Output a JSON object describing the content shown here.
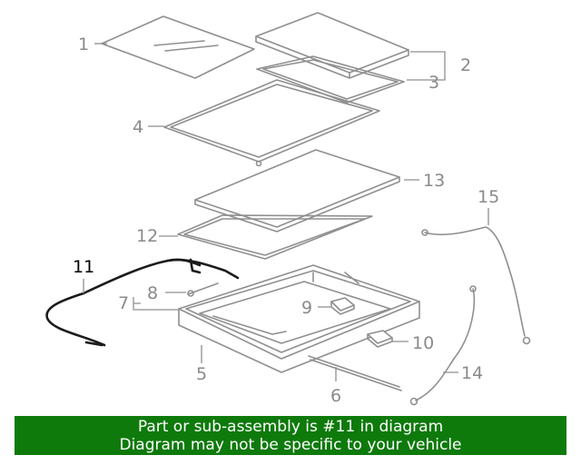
{
  "callouts": {
    "c1": "1",
    "c2": "2",
    "c3": "3",
    "c4": "4",
    "c5": "5",
    "c6": "6",
    "c7": "7",
    "c8": "8",
    "c9": "9",
    "c10": "10",
    "c11": "11",
    "c12": "12",
    "c13": "13",
    "c14": "14",
    "c15": "15"
  },
  "highlighted_part": "11",
  "banner": {
    "line1": "Part or sub-assembly is #11 in diagram",
    "line2": "Diagram may not be specific to your vehicle"
  },
  "colors": {
    "banner_bg": "#0f7a0c",
    "banner_text": "#ffffff",
    "part_lines": "#8f8f8f",
    "highlighted": "#000000"
  }
}
